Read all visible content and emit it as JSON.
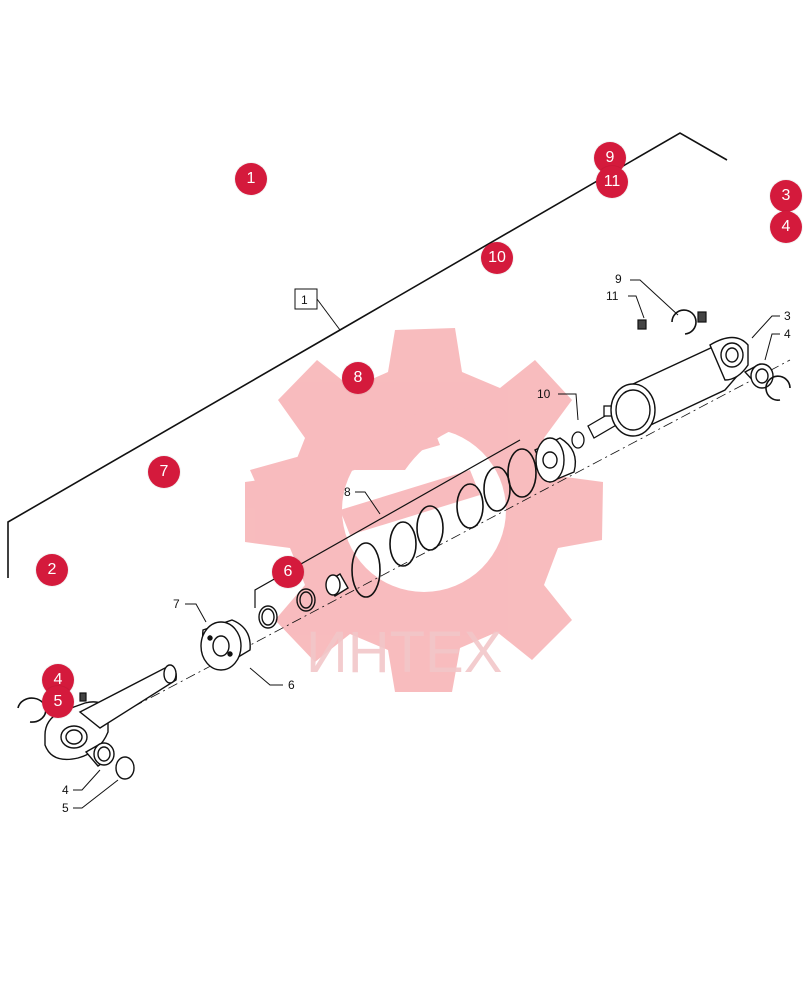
{
  "watermark": {
    "text": "ИНТЕХ",
    "color": "#f5a0a4"
  },
  "marker_color": "#d41a3c",
  "box_label": "1",
  "markers": [
    {
      "id": "1",
      "label": "1"
    },
    {
      "id": "9",
      "label": "9"
    },
    {
      "id": "11",
      "label": "11"
    },
    {
      "id": "3",
      "label": "3"
    },
    {
      "id": "4a",
      "label": "4"
    },
    {
      "id": "10",
      "label": "10"
    },
    {
      "id": "8",
      "label": "8"
    },
    {
      "id": "7",
      "label": "7"
    },
    {
      "id": "2",
      "label": "2"
    },
    {
      "id": "6",
      "label": "6"
    },
    {
      "id": "4b",
      "label": "4"
    },
    {
      "id": "5",
      "label": "5"
    }
  ],
  "callouts": [
    {
      "id": "c9",
      "label": "9"
    },
    {
      "id": "c11",
      "label": "11"
    },
    {
      "id": "c3",
      "label": "3"
    },
    {
      "id": "c4r",
      "label": "4"
    },
    {
      "id": "c10",
      "label": "10"
    },
    {
      "id": "c8",
      "label": "8"
    },
    {
      "id": "c7",
      "label": "7"
    },
    {
      "id": "c6",
      "label": "6"
    },
    {
      "id": "c4l",
      "label": "4"
    },
    {
      "id": "c5",
      "label": "5"
    }
  ]
}
